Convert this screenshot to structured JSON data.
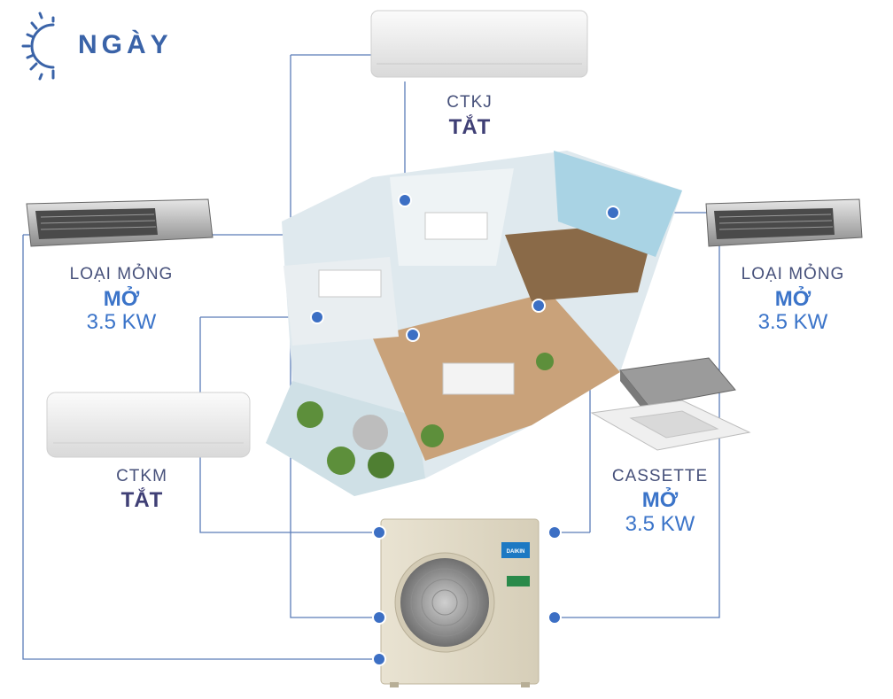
{
  "header": {
    "title": "NGÀY",
    "icon": "half-sun-icon"
  },
  "units": [
    {
      "id": "ctkj",
      "name": "CTKJ",
      "state": "TẮT",
      "capacity": ""
    },
    {
      "id": "duct-left",
      "name": "LOẠI MỎNG",
      "state": "MỞ",
      "capacity": "3.5 KW"
    },
    {
      "id": "duct-right",
      "name": "LOẠI MỎNG",
      "state": "MỞ",
      "capacity": "3.5 KW"
    },
    {
      "id": "ctkm",
      "name": "CTKM",
      "state": "TẮT",
      "capacity": ""
    },
    {
      "id": "cassette",
      "name": "CASSETTE",
      "state": "MỞ",
      "capacity": "3.5 KW"
    }
  ],
  "outdoor_unit": {
    "brand_mark": "DAIKIN"
  },
  "colors": {
    "title": "#3a63a8",
    "name": "#46507a",
    "state_off": "#3f3f75",
    "state_on": "#3b74c9",
    "capacity": "#3b74c9",
    "line": "#5b7cb8",
    "dot": "#3c6fc4"
  }
}
